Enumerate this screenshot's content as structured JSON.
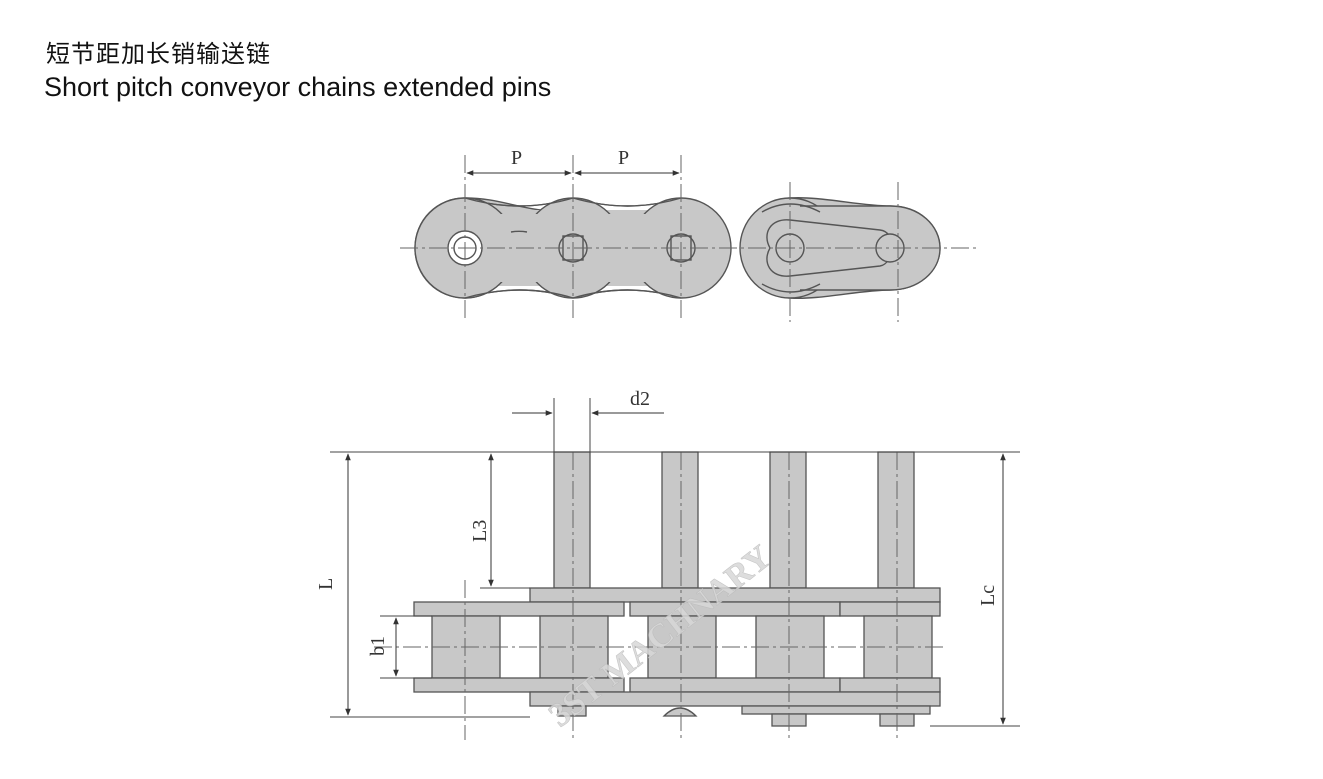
{
  "title_cn": "短节距加长销输送链",
  "title_en": "Short pitch conveyor chains extended pins",
  "dimensions": {
    "pitch_1": "P",
    "pitch_2": "P",
    "pin_diameter": "d2",
    "extended_length": "L3",
    "pin_length": "L",
    "connecting_pin_length": "Lc",
    "inner_width": "b1"
  },
  "watermark": "3ST MACHNARY"
}
